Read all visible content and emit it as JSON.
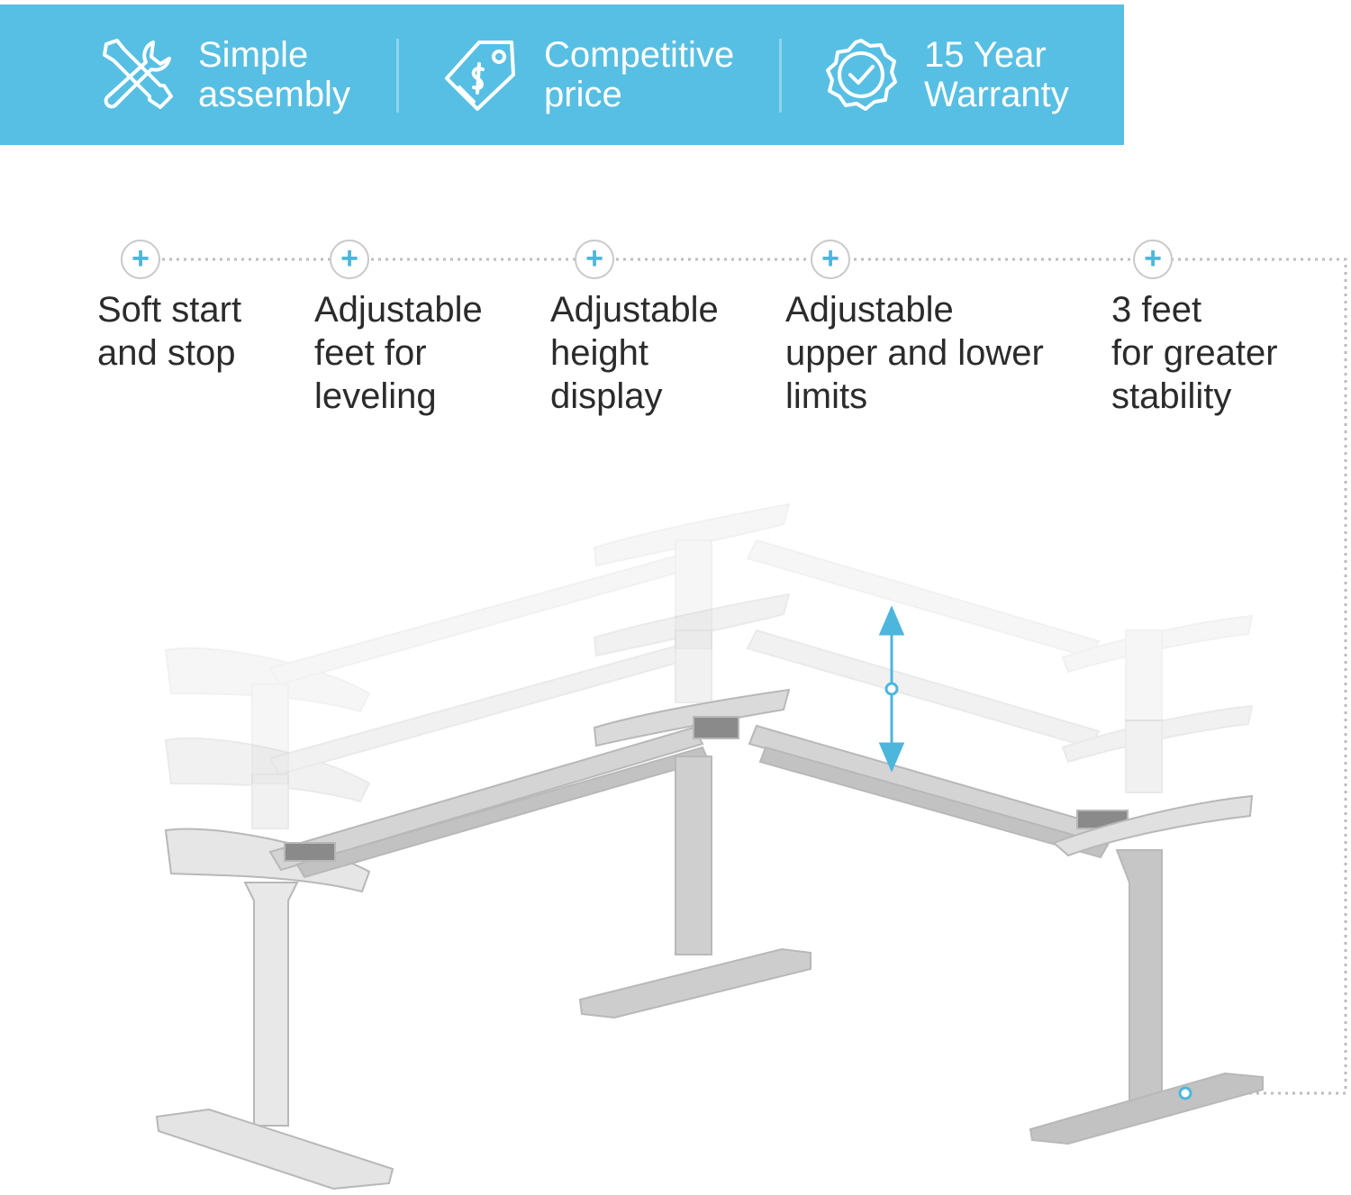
{
  "banner": {
    "color": "#57bfe3",
    "badges": [
      {
        "icon": "tools-icon",
        "text": "Simple\nassembly"
      },
      {
        "icon": "price-tag-icon",
        "text": "Competitive\nprice"
      },
      {
        "icon": "warranty-check-icon",
        "text": "15 Year\nWarranty"
      }
    ]
  },
  "features": [
    {
      "icon": "plus-icon",
      "text": "Soft start\nand stop"
    },
    {
      "icon": "plus-icon",
      "text": "Adjustable\nfeet for\nleveling"
    },
    {
      "icon": "plus-icon",
      "text": "Adjustable\nheight\ndisplay"
    },
    {
      "icon": "plus-icon",
      "text": "Adjustable\nupper and lower\nlimits"
    },
    {
      "icon": "plus-icon",
      "text": "3 feet\nfor greater\nstability"
    }
  ],
  "accent": "#4cb6dd",
  "product": {
    "name": "l-shaped-desk-frame-icon",
    "frame_color": "#c8c8c8"
  }
}
